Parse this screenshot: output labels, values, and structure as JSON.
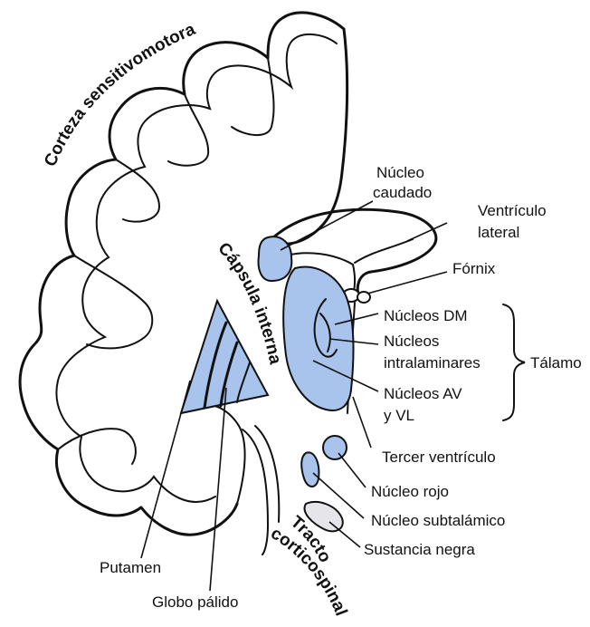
{
  "labels": {
    "corteza": "Corteza sensitivomotora",
    "nucleo_caudado_l1": "Núcleo",
    "nucleo_caudado_l2": "caudado",
    "ventriculo_l1": "Ventrículo",
    "ventriculo_l2": "lateral",
    "fornix": "Fórnix",
    "capsula": "Cápsula interna",
    "nucleos_dm": "Núcleos DM",
    "intralaminares_l1": "Núcleos",
    "intralaminares_l2": "intralaminares",
    "talamo": "Tálamo",
    "av_l1": "Núcleos AV",
    "av_l2": "y VL",
    "tercer_ventriculo": "Tercer ventrículo",
    "nucleo_rojo": "Núcleo rojo",
    "subtalamico": "Núcleo subtalámico",
    "sustancia_negra": "Sustancia negra",
    "putamen": "Putamen",
    "globo_palido": "Globo pálido",
    "tracto_l1": "Tracto",
    "tracto_l2": "corticospinal"
  },
  "colors": {
    "structure_fill": "#a9c4ec",
    "substantia_fill": "#e6e6ea",
    "outline": "#111111"
  }
}
